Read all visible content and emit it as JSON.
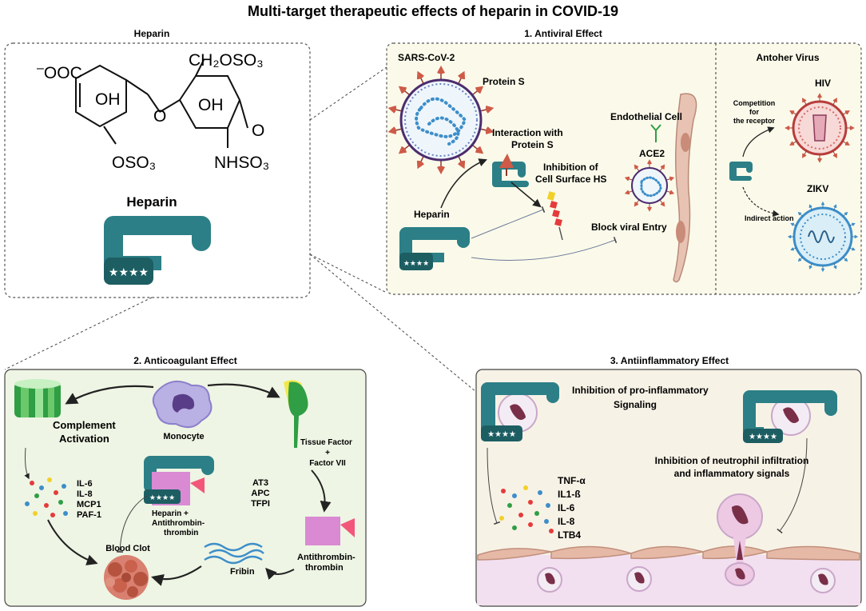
{
  "title": "Multi-target therapeutic effects of heparin in COVID-19",
  "panel_heparin": {
    "label": "Heparin",
    "formula": {
      "coo": "OOC",
      "charge": "–",
      "ch2oso3": "CH₂OSO₃",
      "oh1": "OH",
      "oh2": "OH",
      "o_link": "O",
      "o_minus": "O",
      "oso3": "OSO₃",
      "nhso3": "NHSO₃"
    },
    "shape_label": "Heparin"
  },
  "panel_antiviral": {
    "title": "1. Antiviral Effect",
    "sars_label": "SARS-CoV-2",
    "protein_s": "Protein S",
    "interaction_1": "Interaction with",
    "interaction_2": "Protein S",
    "inhibition_1": "Inhibition of",
    "inhibition_2": "Cell Surface HS",
    "heparin": "Heparin",
    "block": "Block viral Entry",
    "endothelial": "Endothelial Cell",
    "ace2": "ACE2",
    "another_title": "Antoher Virus",
    "competition_1": "Competition",
    "competition_2": "for",
    "competition_3": "the receptor",
    "hiv": "HIV",
    "zikv": "ZIKV",
    "indirect": "Indirect action"
  },
  "panel_anticoag": {
    "title": "2. Anticoagulant Effect",
    "complement_1": "Complement",
    "complement_2": "Activation",
    "monocyte": "Monocyte",
    "tissue_1": "Tissue Factor",
    "tissue_2": "+",
    "tissue_3": "Factor VII",
    "cytokines": [
      "IL-6",
      "IL-8",
      "MCP1",
      "PAF-1"
    ],
    "heparin_at_1": "Heparin +",
    "heparin_at_2": "Antithrombin-",
    "heparin_at_3": "thrombin",
    "inhibitors": [
      "AT3",
      "APC",
      "TFPI"
    ],
    "antithrombin_1": "Antithrombin-",
    "antithrombin_2": "thrombin",
    "blood_clot": "Blood Clot",
    "fribin": "Fribin"
  },
  "panel_antiinflam": {
    "title": "3. Antiinflammatory Effect",
    "inhib_1": "Inhibition of pro-inflammatory",
    "inhib_2": "Signaling",
    "cytokines": [
      "TNF-α",
      "IL1-ß",
      "IL-6",
      "IL-8",
      "LTB4"
    ],
    "neutro_1": "Inhibition of neutrophil infiltration",
    "neutro_2": "and inflammatory signals"
  },
  "colors": {
    "teal": "#2c7f86",
    "teal_dark": "#1d5e63",
    "antiviral_bg": "#fbfaea",
    "anticoag_bg": "#eef5e4",
    "inflam_bg": "#f7f2e6",
    "virus_red": "#cf5a48",
    "virus_blue": "#3d8ec9",
    "pink": "#d98ad3",
    "monocyte": "#a99ad9",
    "green": "#2f9e44"
  }
}
